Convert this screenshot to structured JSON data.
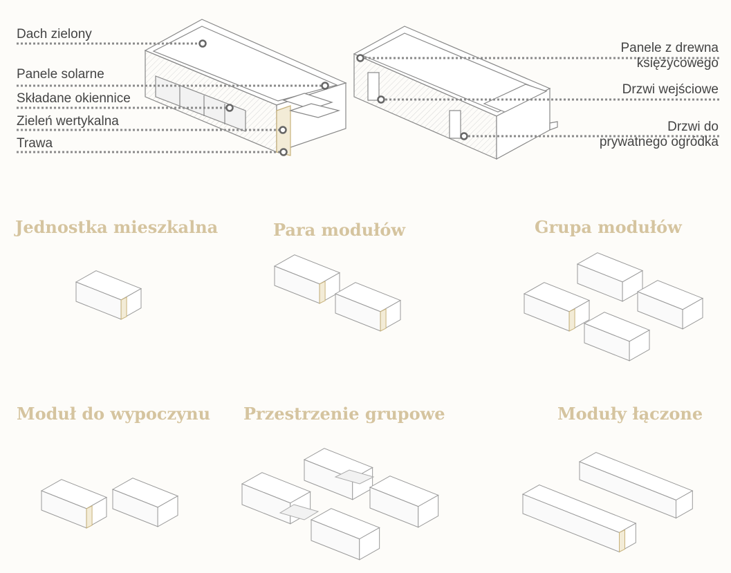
{
  "left_labels": [
    "Dach zielony",
    "Panele solarne",
    "Składane okiennice",
    "Zieleń wertykalna",
    "Trawa"
  ],
  "right_labels": [
    "Panele z drewna\nksiężycowego",
    "Drzwi wejściowe",
    "Drzwi do\nprywatnego ogródka"
  ],
  "titles": [
    "Jednostka mieszkalna",
    "Para modułów",
    "Grupa modułów",
    "Moduł do wypoczynu",
    "Przestrzenie grupowe",
    "Moduły łączone"
  ],
  "colors": {
    "title": "#d5c49f",
    "line": "#8a8a8a",
    "stroke": "#888888",
    "greenery": "#d9c48c"
  }
}
